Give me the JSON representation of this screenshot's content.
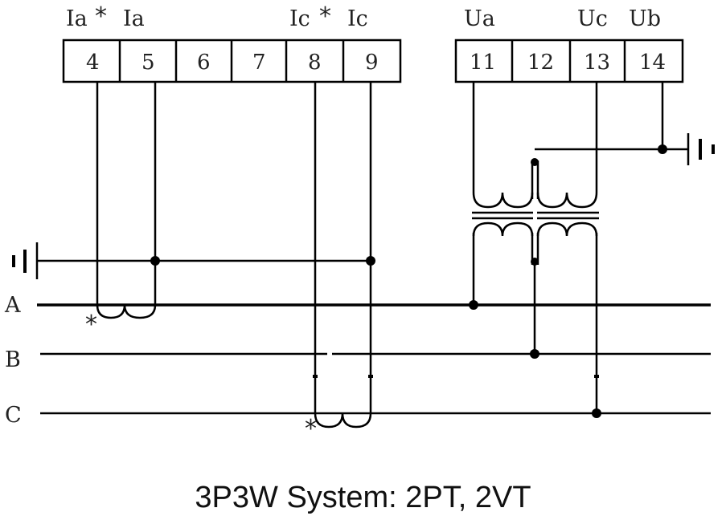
{
  "caption": "3P3W System: 2PT, 2VT",
  "current_terminals": {
    "labels": [
      "Ia",
      "Ia",
      "Ic",
      "Ic"
    ],
    "polarity_mark": "*",
    "numbers": [
      "4",
      "5",
      "6",
      "7",
      "8",
      "9"
    ]
  },
  "voltage_terminals": {
    "labels": [
      "Ua",
      "Uc",
      "Ub"
    ],
    "numbers": [
      "11",
      "12",
      "13",
      "14"
    ]
  },
  "lines": {
    "a": "A",
    "b": "B",
    "c": "C"
  },
  "ct_polarity_mark": "*"
}
